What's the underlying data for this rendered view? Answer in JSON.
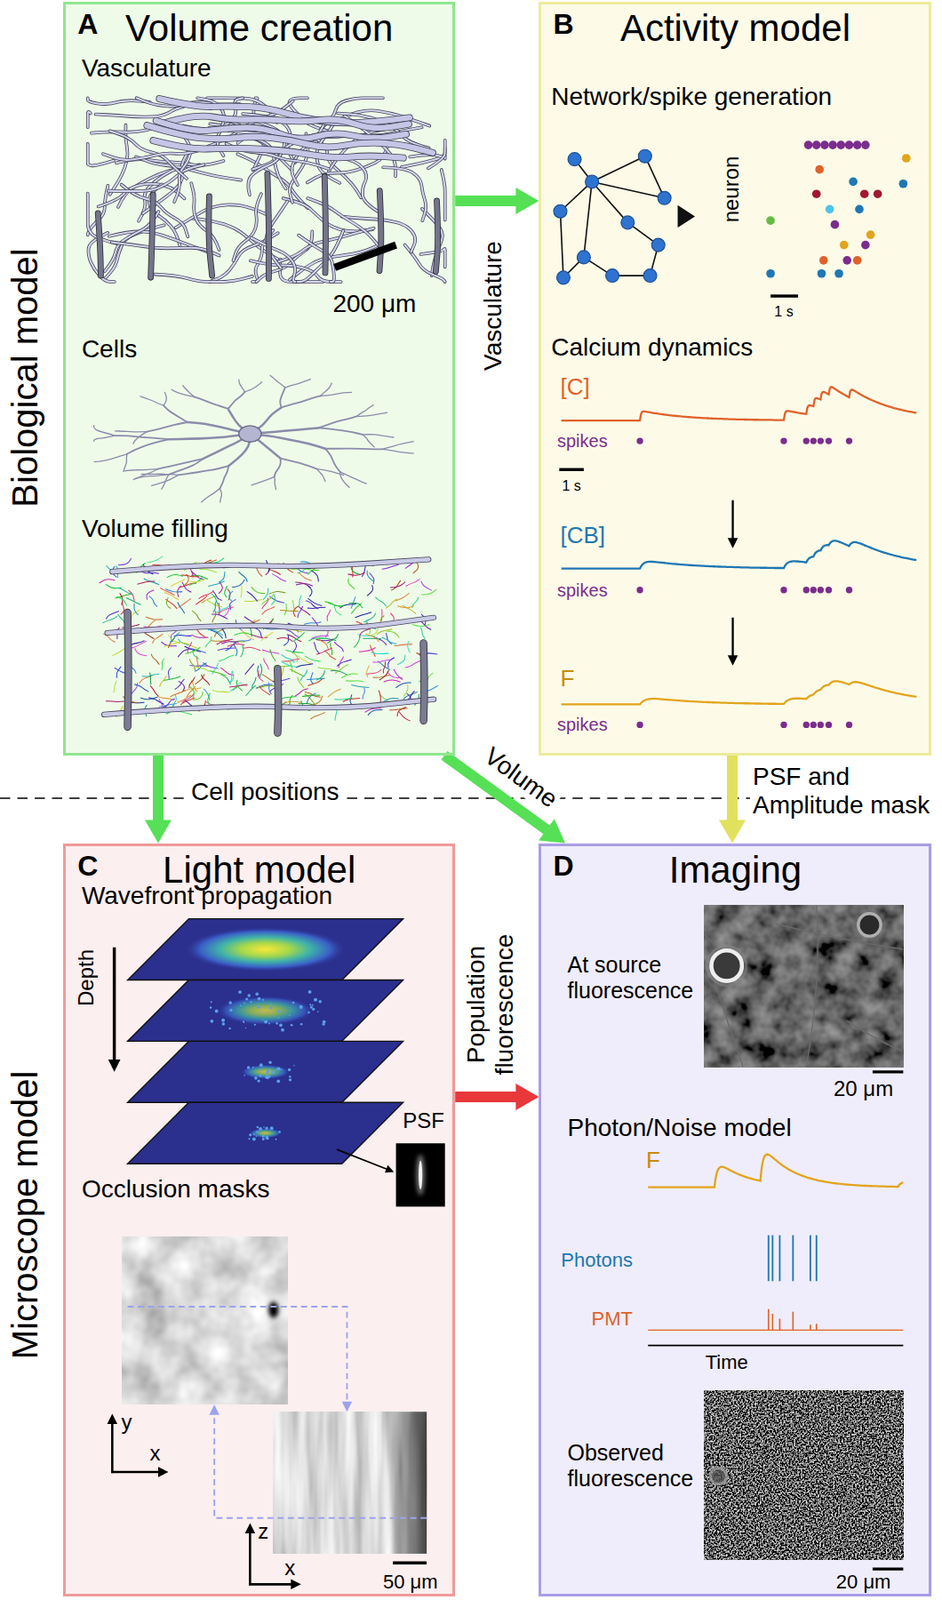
{
  "diagram": {
    "nodes": [
      {
        "text": [
          "A",
          "Volume creation"
        ]
      },
      {
        "text": [
          "B",
          "Activity model"
        ]
      },
      {
        "text": [
          "C",
          "Light model"
        ]
      },
      {
        "text": [
          "D",
          "Imaging"
        ]
      }
    ],
    "edges": [
      {
        "from": 0,
        "to": 1,
        "arrow": "to",
        "label": "Vasculature"
      },
      {
        "from": 0,
        "to": 2,
        "arrow": "to",
        "label": "Cell positions"
      },
      {
        "from": 0,
        "to": 3,
        "arrow": "to",
        "label": "Volume"
      },
      {
        "from": 1,
        "to": 3,
        "arrow": "to",
        "label": "PSF and Amplitude mask"
      },
      {
        "from": 2,
        "to": 3,
        "arrow": "to",
        "label": "Population fluorescence"
      }
    ],
    "labels": [
      "Biological model",
      "Microscope model",
      "Vasculature",
      "200 μm",
      "Cells",
      "Volume filling",
      "Network/spike generation",
      "neuron",
      "1 s",
      "Calcium dynamics",
      "[C]",
      "spikes",
      "1 s",
      "[CB]",
      "spikes",
      "F",
      "spikes",
      "Wavefront propagation",
      "Depth",
      "PSF",
      "Occlusion masks",
      "y",
      "x",
      "z",
      "x",
      "50 μm",
      "At source fluorescence",
      "20 μm",
      "Photon/Noise model",
      "F",
      "Photons",
      "PMT",
      "Time",
      "Observed fluorescence",
      "20 μm"
    ]
  }
}
